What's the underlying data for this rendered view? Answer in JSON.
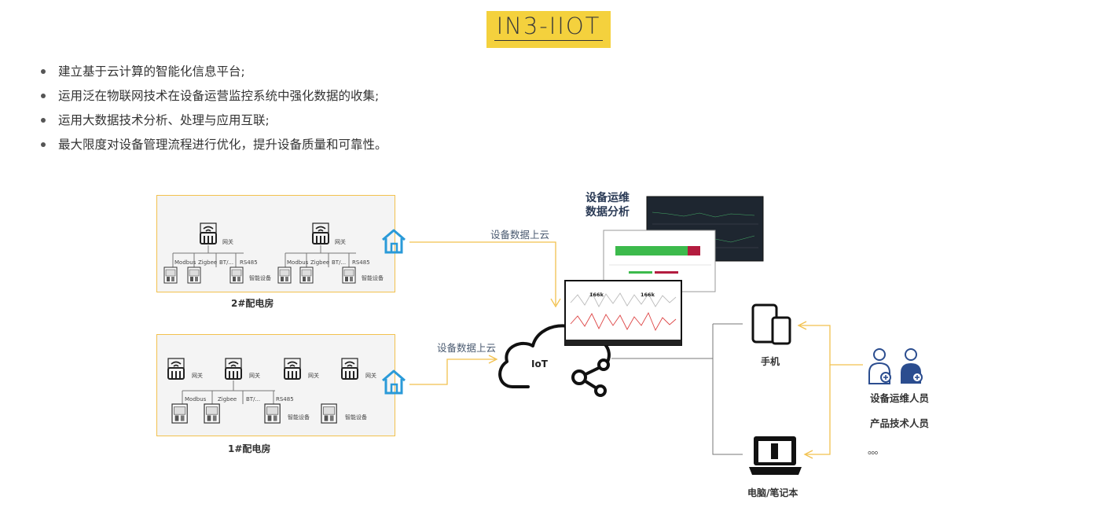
{
  "title": "IN3-IIOT",
  "bullets": [
    "建立基于云计算的智能化信息平台;",
    "运用泛在物联网技术在设备运营监控系统中强化数据的收集;",
    "运用大数据技术分析、处理与应用互联;",
    "最大限度对设备管理流程进行优化，提升设备质量和可靠性。"
  ],
  "diagram": {
    "room2": {
      "label": "2#配电房",
      "gateway_label": "网关",
      "protocols": [
        "Modbus",
        "Zigbee",
        "BT/...",
        "RS485"
      ],
      "device_label": "智能设备"
    },
    "room1": {
      "label": "1#配电房",
      "gateway_label": "网关",
      "protocols": [
        "Modbus",
        "Zigbee",
        "BT/...",
        "RS485"
      ],
      "device_label": "智能设备"
    },
    "upload_label": "设备数据上云",
    "cloud_label": "IoT",
    "analysis_title": [
      "设备运维",
      "数据分析"
    ],
    "chart_labels": [
      "166k",
      "166k"
    ],
    "mobile_label": "手机",
    "pc_label": "电脑/笔记本",
    "people": [
      "设备运维人员",
      "产品技术人员",
      "。。。"
    ],
    "colors": {
      "accent": "#f4d13d",
      "room_border": "#f2c14e",
      "home_icon": "#2a9ad8",
      "arrow": "#f2c14e",
      "person_icon": "#2b4d8f"
    }
  }
}
